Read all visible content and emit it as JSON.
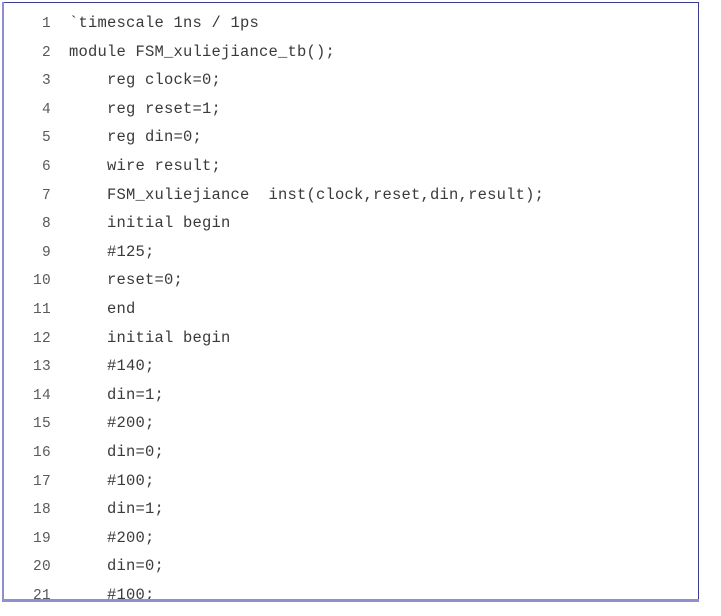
{
  "listing": {
    "language": "verilog",
    "colors": {
      "border": "#3b3b8f",
      "border_highlight": "#8f8fd0",
      "page_background": "#ffffff",
      "code_text": "#3a3a3a",
      "line_number_text": "#5a5a5a"
    },
    "lines": [
      {
        "number": "1",
        "text": "`timescale 1ns / 1ps"
      },
      {
        "number": "2",
        "text": "module FSM_xuliejiance_tb();"
      },
      {
        "number": "3",
        "text": "    reg clock=0;"
      },
      {
        "number": "4",
        "text": "    reg reset=1;"
      },
      {
        "number": "5",
        "text": "    reg din=0;"
      },
      {
        "number": "6",
        "text": "    wire result;"
      },
      {
        "number": "7",
        "text": "    FSM_xuliejiance  inst(clock,reset,din,result);"
      },
      {
        "number": "8",
        "text": "    initial begin"
      },
      {
        "number": "9",
        "text": "    #125;"
      },
      {
        "number": "10",
        "text": "    reset=0;"
      },
      {
        "number": "11",
        "text": "    end"
      },
      {
        "number": "12",
        "text": "    initial begin"
      },
      {
        "number": "13",
        "text": "    #140;"
      },
      {
        "number": "14",
        "text": "    din=1;"
      },
      {
        "number": "15",
        "text": "    #200;"
      },
      {
        "number": "16",
        "text": "    din=0;"
      },
      {
        "number": "17",
        "text": "    #100;"
      },
      {
        "number": "18",
        "text": "    din=1;"
      },
      {
        "number": "19",
        "text": "    #200;"
      },
      {
        "number": "20",
        "text": "    din=0;"
      },
      {
        "number": "21",
        "text": "    #100;"
      }
    ]
  }
}
